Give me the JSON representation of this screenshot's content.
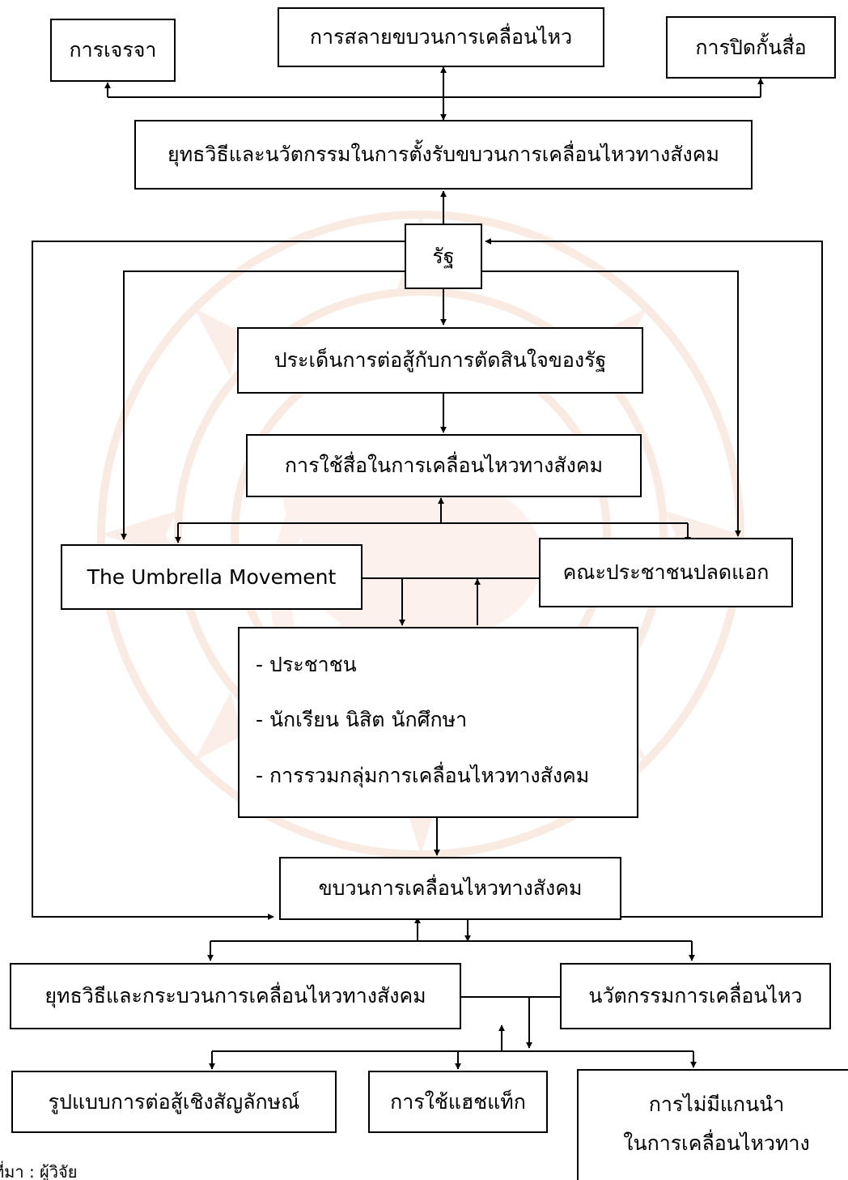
{
  "nodes": {
    "negotiation": "การเจรจา",
    "dissolution": "การสลายขบวนการเคลื่อนไหว",
    "media_block": "การปิดกั้นสื่อ",
    "state_tactics": "ยุทธวิธีและนวัตกรรมในการตั้งรับขบวนการเคลื่อนไหวทางสังคม",
    "state": "รัฐ",
    "issues": "ประเด็นการต่อสู้กับการตัดสินใจของรัฐ",
    "media_use": "การใช้สื่อในการเคลื่อนไหวทางสังคม",
    "umbrella": "The Umbrella Movement",
    "khana": "คณะประชาชนปลดแอก",
    "participants": [
      "-  ประชาชน",
      "-  นักเรียน นิสิต นักศึกษา",
      "-  การรวมกลุ่มการเคลื่อนไหวทางสังคม"
    ],
    "social_movement": "ขบวนการเคลื่อนไหวทางสังคม",
    "movement_tactics": "ยุทธวิธีและกระบวนการเคลื่อนไหวทางสังคม",
    "innovation": "นวัตกรรมการเคลื่อนไหว",
    "symbolic": "รูปแบบการต่อสู้เชิงสัญลักษณ์",
    "hashtag": "การใช้แฮชแท็ก",
    "leaderless": [
      "การไม่มีแกนนำ",
      "ในการเคลื่อนไหวทาง"
    ]
  },
  "caption": "ที่มา : ผู้วิจัย",
  "colors": {
    "line": "#000000",
    "watermark": "#d9662c"
  }
}
